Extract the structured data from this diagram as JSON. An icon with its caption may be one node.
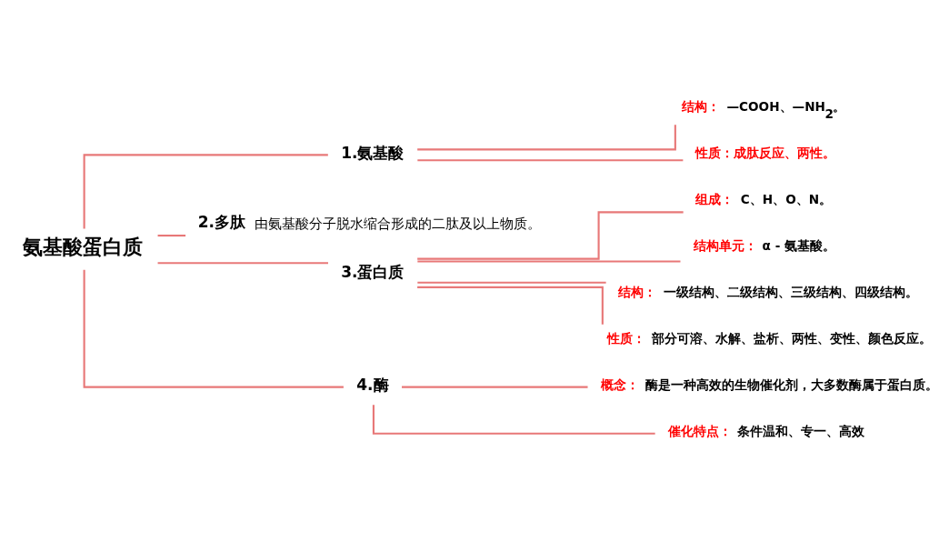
{
  "diagram": {
    "nodes": [
      {
        "text": [
          "氨基酸蛋白质"
        ]
      },
      {
        "text": [
          "1.氨基酸"
        ]
      },
      {
        "text": [
          "结构：",
          "—COOH、—NH$_{2}$。"
        ]
      },
      {
        "text": [
          "性质：成肽反应、两性。"
        ]
      },
      {
        "text": [
          "2.多肽"
        ],
        "beside": [
          "由氨基酸分子脱水缩合形成的二肽及以上物质。"
        ]
      },
      {
        "text": [
          "3.蛋白质"
        ]
      },
      {
        "text": [
          "组成：",
          "C、H、O、N。"
        ]
      },
      {
        "text": [
          "结构单元：",
          "α - 氨基酸。"
        ]
      },
      {
        "text": [
          "结构：",
          "一级结构、二级结构、三级结构、四级结构。"
        ]
      },
      {
        "text": [
          "性质：",
          "部分可溶、水解、盐析、两性、变性、颜色反应。"
        ]
      },
      {
        "text": [
          "4.酶"
        ]
      },
      {
        "text": [
          "概念：",
          "酶是一种高效的生物催化剂，大多数酶属于蛋白质。"
        ]
      },
      {
        "text": [
          "催化特点：",
          "条件温和、专一、高效"
        ]
      }
    ],
    "edges": [
      {
        "from": 0,
        "to": 1,
        "arrow": "none"
      },
      {
        "from": 0,
        "to": 4,
        "arrow": "none"
      },
      {
        "from": 0,
        "to": 5,
        "arrow": "none"
      },
      {
        "from": 0,
        "to": 10,
        "arrow": "none"
      },
      {
        "from": 1,
        "to": 2,
        "arrow": "none"
      },
      {
        "from": 1,
        "to": 3,
        "arrow": "none"
      },
      {
        "from": 5,
        "to": 6,
        "arrow": "none"
      },
      {
        "from": 5,
        "to": 7,
        "arrow": "none"
      },
      {
        "from": 5,
        "to": 8,
        "arrow": "none"
      },
      {
        "from": 5,
        "to": 9,
        "arrow": "none"
      },
      {
        "from": 10,
        "to": 11,
        "arrow": "none"
      },
      {
        "from": 10,
        "to": 12,
        "arrow": "none"
      }
    ]
  }
}
